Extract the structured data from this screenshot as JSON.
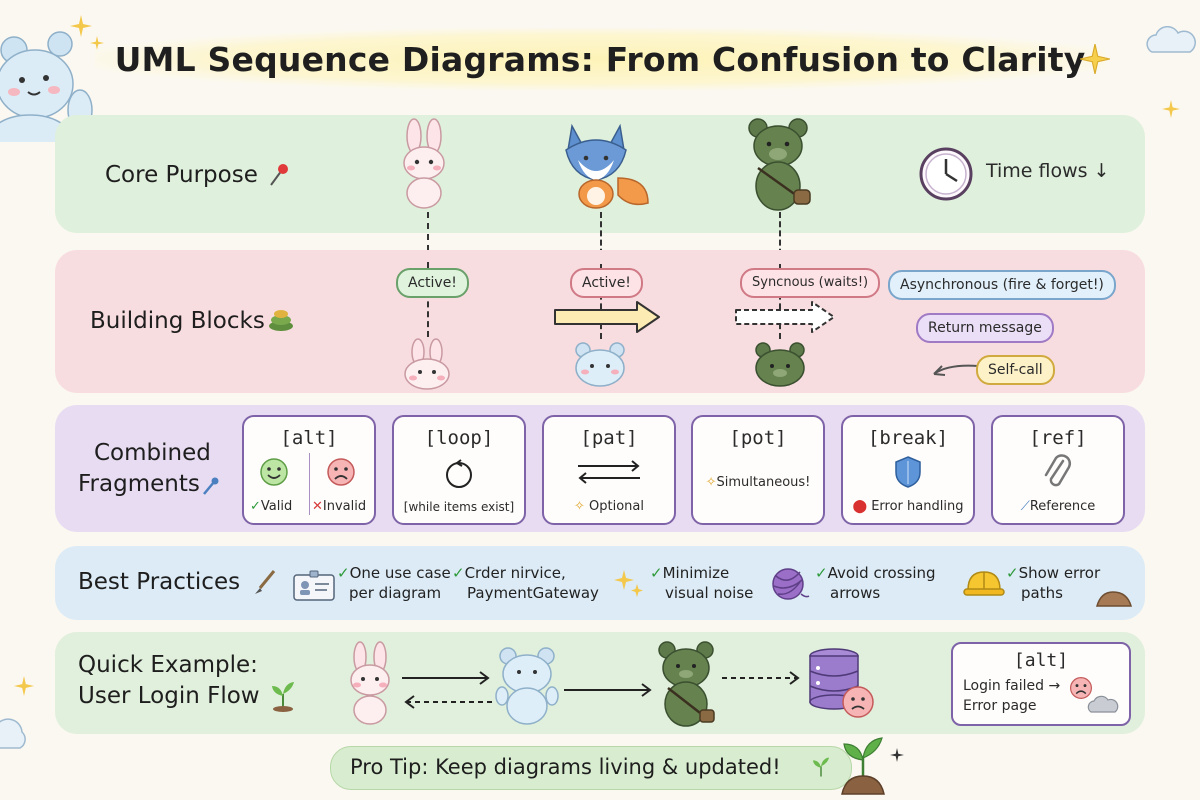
{
  "title": "UML Sequence Diagrams: From Confusion to Clarity",
  "core_purpose": {
    "label": "Core Purpose",
    "time_note": "Time flows ↓"
  },
  "building_blocks": {
    "label": "Building Blocks",
    "active_1": "Active!",
    "active_2": "Active!",
    "sync": "Syncnous (waits!)",
    "async": "Asynchronous (fire & forget!)",
    "return": "Return message",
    "self_call": "Self-call"
  },
  "combined_fragments": {
    "label_line1": "Combined",
    "label_line2": "Fragments",
    "items": [
      {
        "tag": "[alt]",
        "valid": "Valid",
        "invalid": "Invalid"
      },
      {
        "tag": "[loop]",
        "sub": "[while items exist]"
      },
      {
        "tag": "[pat]",
        "sub": "Optional"
      },
      {
        "tag": "[pot]",
        "sub": "Simultaneous!"
      },
      {
        "tag": "[break]",
        "sub": "Error handling"
      },
      {
        "tag": "[ref]",
        "sub": "Reference"
      }
    ]
  },
  "best_practices": {
    "label": "Best Practices",
    "items": [
      {
        "line1": "One use case",
        "line2": "per diagram"
      },
      {
        "line1": "Crder nirvice,",
        "line2": "PaymentGateway"
      },
      {
        "line1": "Minimize",
        "line2": "visual noise"
      },
      {
        "line1": "Avoid crossing",
        "line2": "arrows"
      },
      {
        "line1": "Show error",
        "line2": "paths"
      }
    ]
  },
  "quick_example": {
    "label_line1": "Quick Example:",
    "label_line2": "User Login Flow",
    "alt_tag": "[alt]",
    "alt_line1": "Login failed →",
    "alt_line2": "Error page"
  },
  "pro_tip": "Pro Tip: Keep diagrams living & updated!",
  "colors": {
    "core_band": "#dff0dc",
    "blocks_band": "#f8dde0",
    "fragments_band": "#e8dcf2",
    "practices_band": "#dcebf6",
    "example_band": "#e1f0dc",
    "tip_band": "#d8edcf"
  },
  "icons": [
    "bear-mascot-icon",
    "bunny-icon",
    "fox-icon",
    "bear-icon",
    "clock-icon",
    "pin-icon",
    "sparkle-icon",
    "cloud-icon",
    "sprout-icon",
    "database-icon",
    "hardhat-icon",
    "yarn-icon",
    "shield-icon",
    "paperclip-icon",
    "id-card-icon",
    "paintbrush-icon",
    "dirt-icon",
    "frown-icon",
    "smile-icon"
  ]
}
